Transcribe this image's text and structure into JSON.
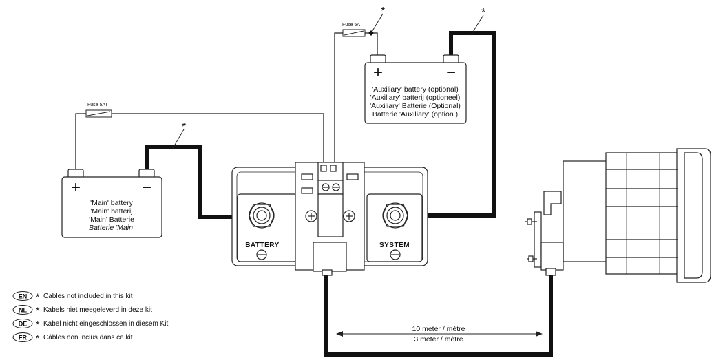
{
  "fuse_label": "Fuse 5AT",
  "asterisk": "*",
  "main_battery": {
    "plus": "+",
    "minus": "−",
    "lines": [
      "'Main' battery",
      "'Main' batterij",
      "'Main' Batterie",
      "Batterie 'Main'"
    ]
  },
  "aux_battery": {
    "plus": "+",
    "minus": "−",
    "lines": [
      "'Auxiliary' battery (optional)",
      "'Auxiliary' batterij (optioneel)",
      "'Auxiliary' Batterie (Optional)",
      "Batterie 'Auxiliary' (option.)"
    ]
  },
  "shunt": {
    "battery_label": "BATTERY",
    "system_label": "SYSTEM"
  },
  "distance": {
    "line1": "10 meter / mètre",
    "line2": "3 meter / mètre"
  },
  "legend": [
    {
      "code": "EN",
      "text": "Cables not included in this kit"
    },
    {
      "code": "NL",
      "text": "Kabels niet meegeleverd in deze kit"
    },
    {
      "code": "DE",
      "text": "Kabel nicht eingeschlossen in diesem Kit"
    },
    {
      "code": "FR",
      "text": "Câbles non inclus dans ce kit"
    }
  ]
}
